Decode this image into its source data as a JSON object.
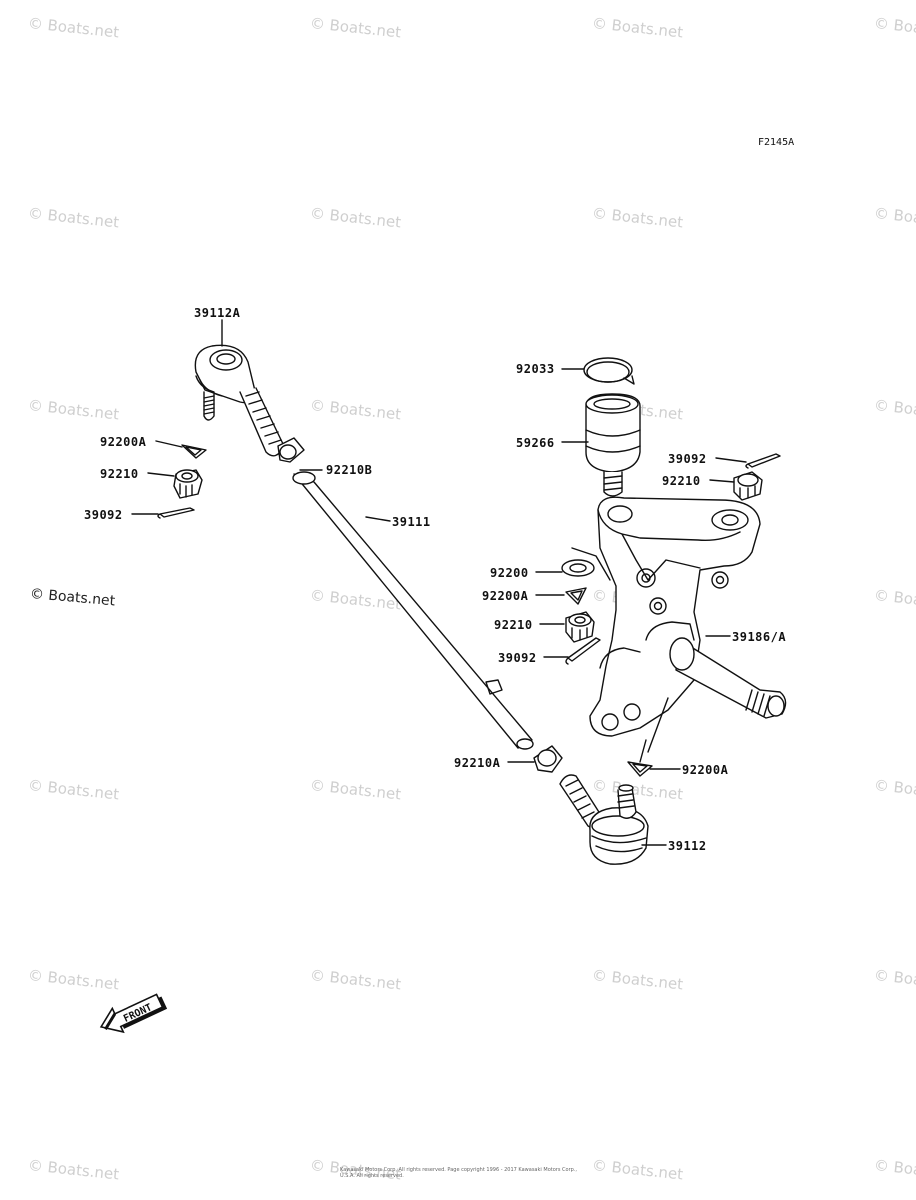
{
  "figure_code": "F2145A",
  "watermark_text": "© Boats.net",
  "side_mark": "© Boats.net",
  "front_label": "FRONT",
  "copyright_text": "Kawasaki Motors Corp. All rights reserved. Page copyright 1996 - 2017 Kawasaki Motors Corp., U.S.A. All rights reserved.",
  "labels": {
    "p39112A": "39112A",
    "p92200A_left": "92200A",
    "p92210_left": "92210",
    "p39092_left": "39092",
    "p92210B": "92210B",
    "p39111": "39111",
    "p92033": "92033",
    "p59266": "59266",
    "p39092_right": "39092",
    "p92210_right": "92210",
    "p92200": "92200",
    "p92200A_mid": "92200A",
    "p92210_mid": "92210",
    "p39092_mid": "39092",
    "p39186": "39186/A",
    "p92210A": "92210A",
    "p92200A_bottom": "92200A",
    "p39112": "39112"
  }
}
